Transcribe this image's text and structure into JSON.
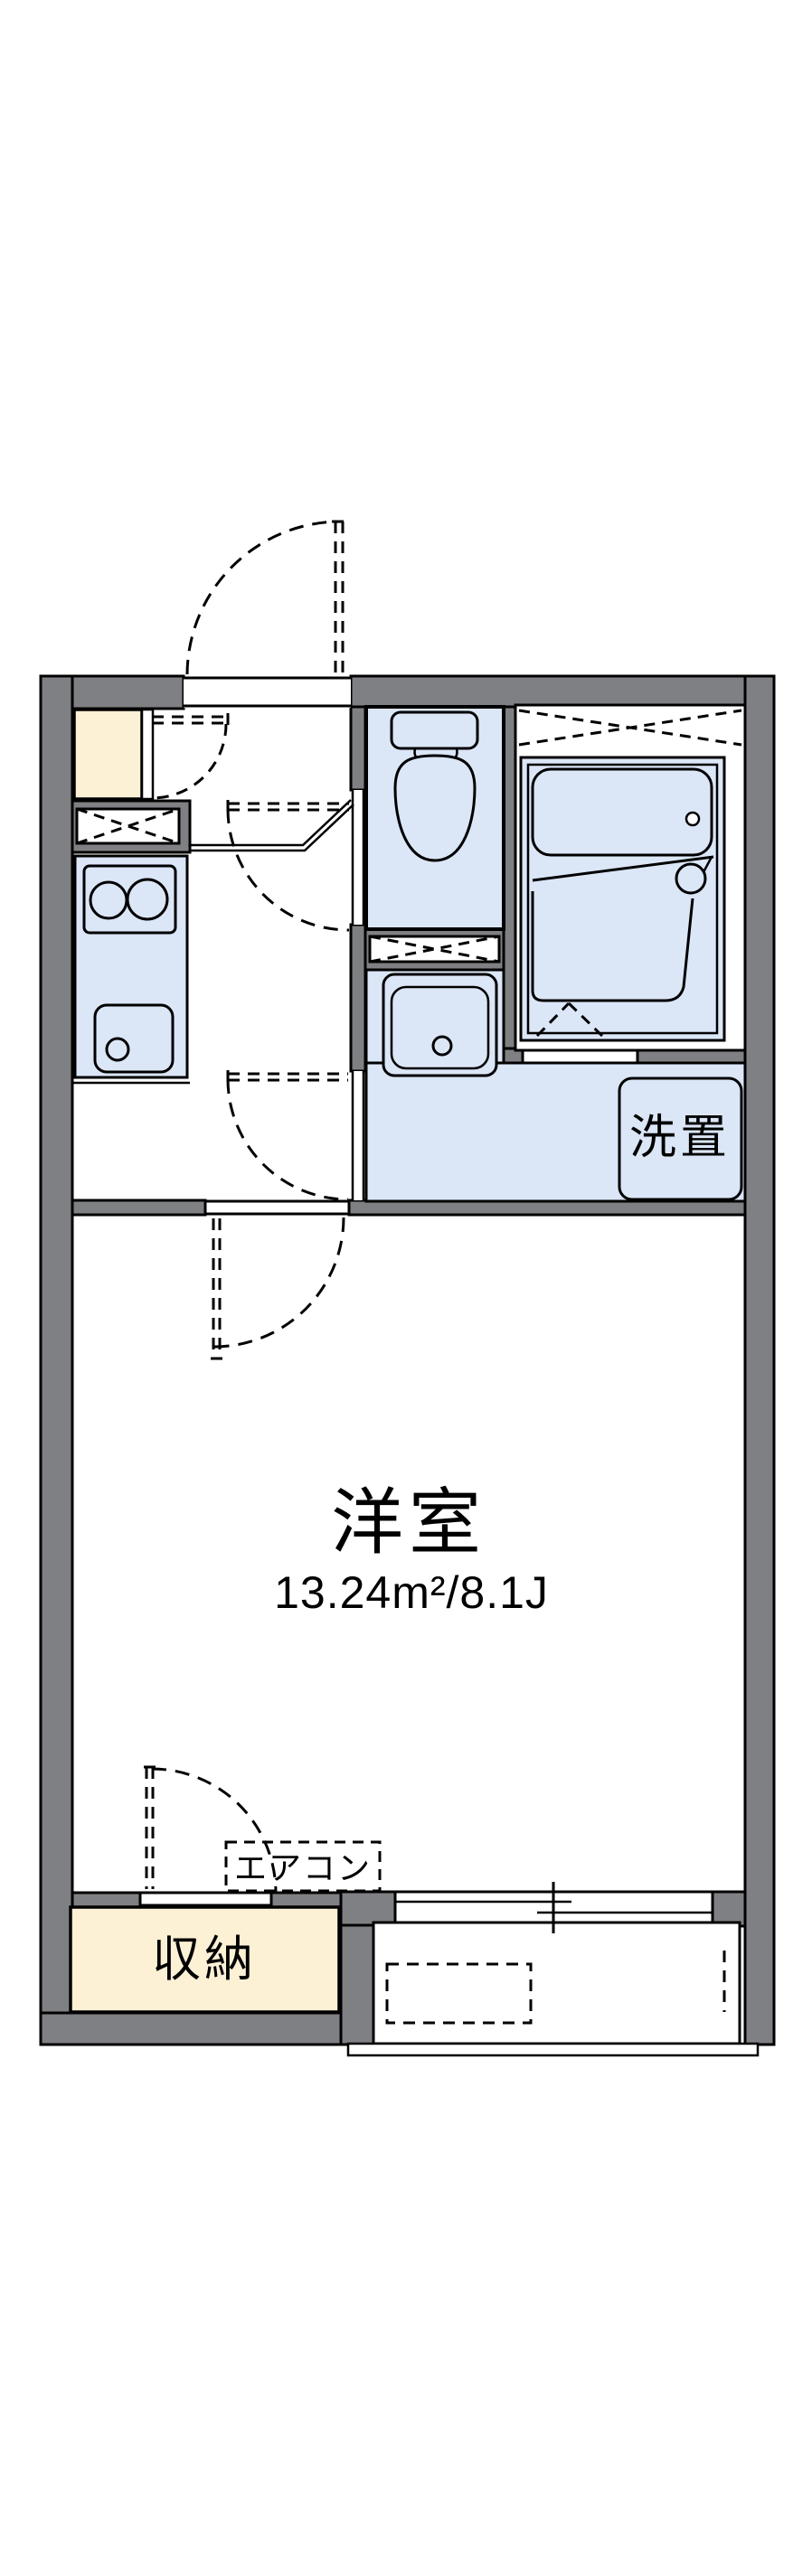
{
  "document": {
    "type": "apartment-floor-plan"
  },
  "colors": {
    "wall": "#7f8083",
    "water": "#dbe6f7",
    "closet": "#fcf0d5",
    "line": "#000000",
    "bg": "#ffffff"
  },
  "labels": {
    "laundry": "洗置",
    "room_name": "洋室",
    "room_area": "13.24m²/8.1J",
    "aircon": "エアコン",
    "storage": "収納"
  }
}
